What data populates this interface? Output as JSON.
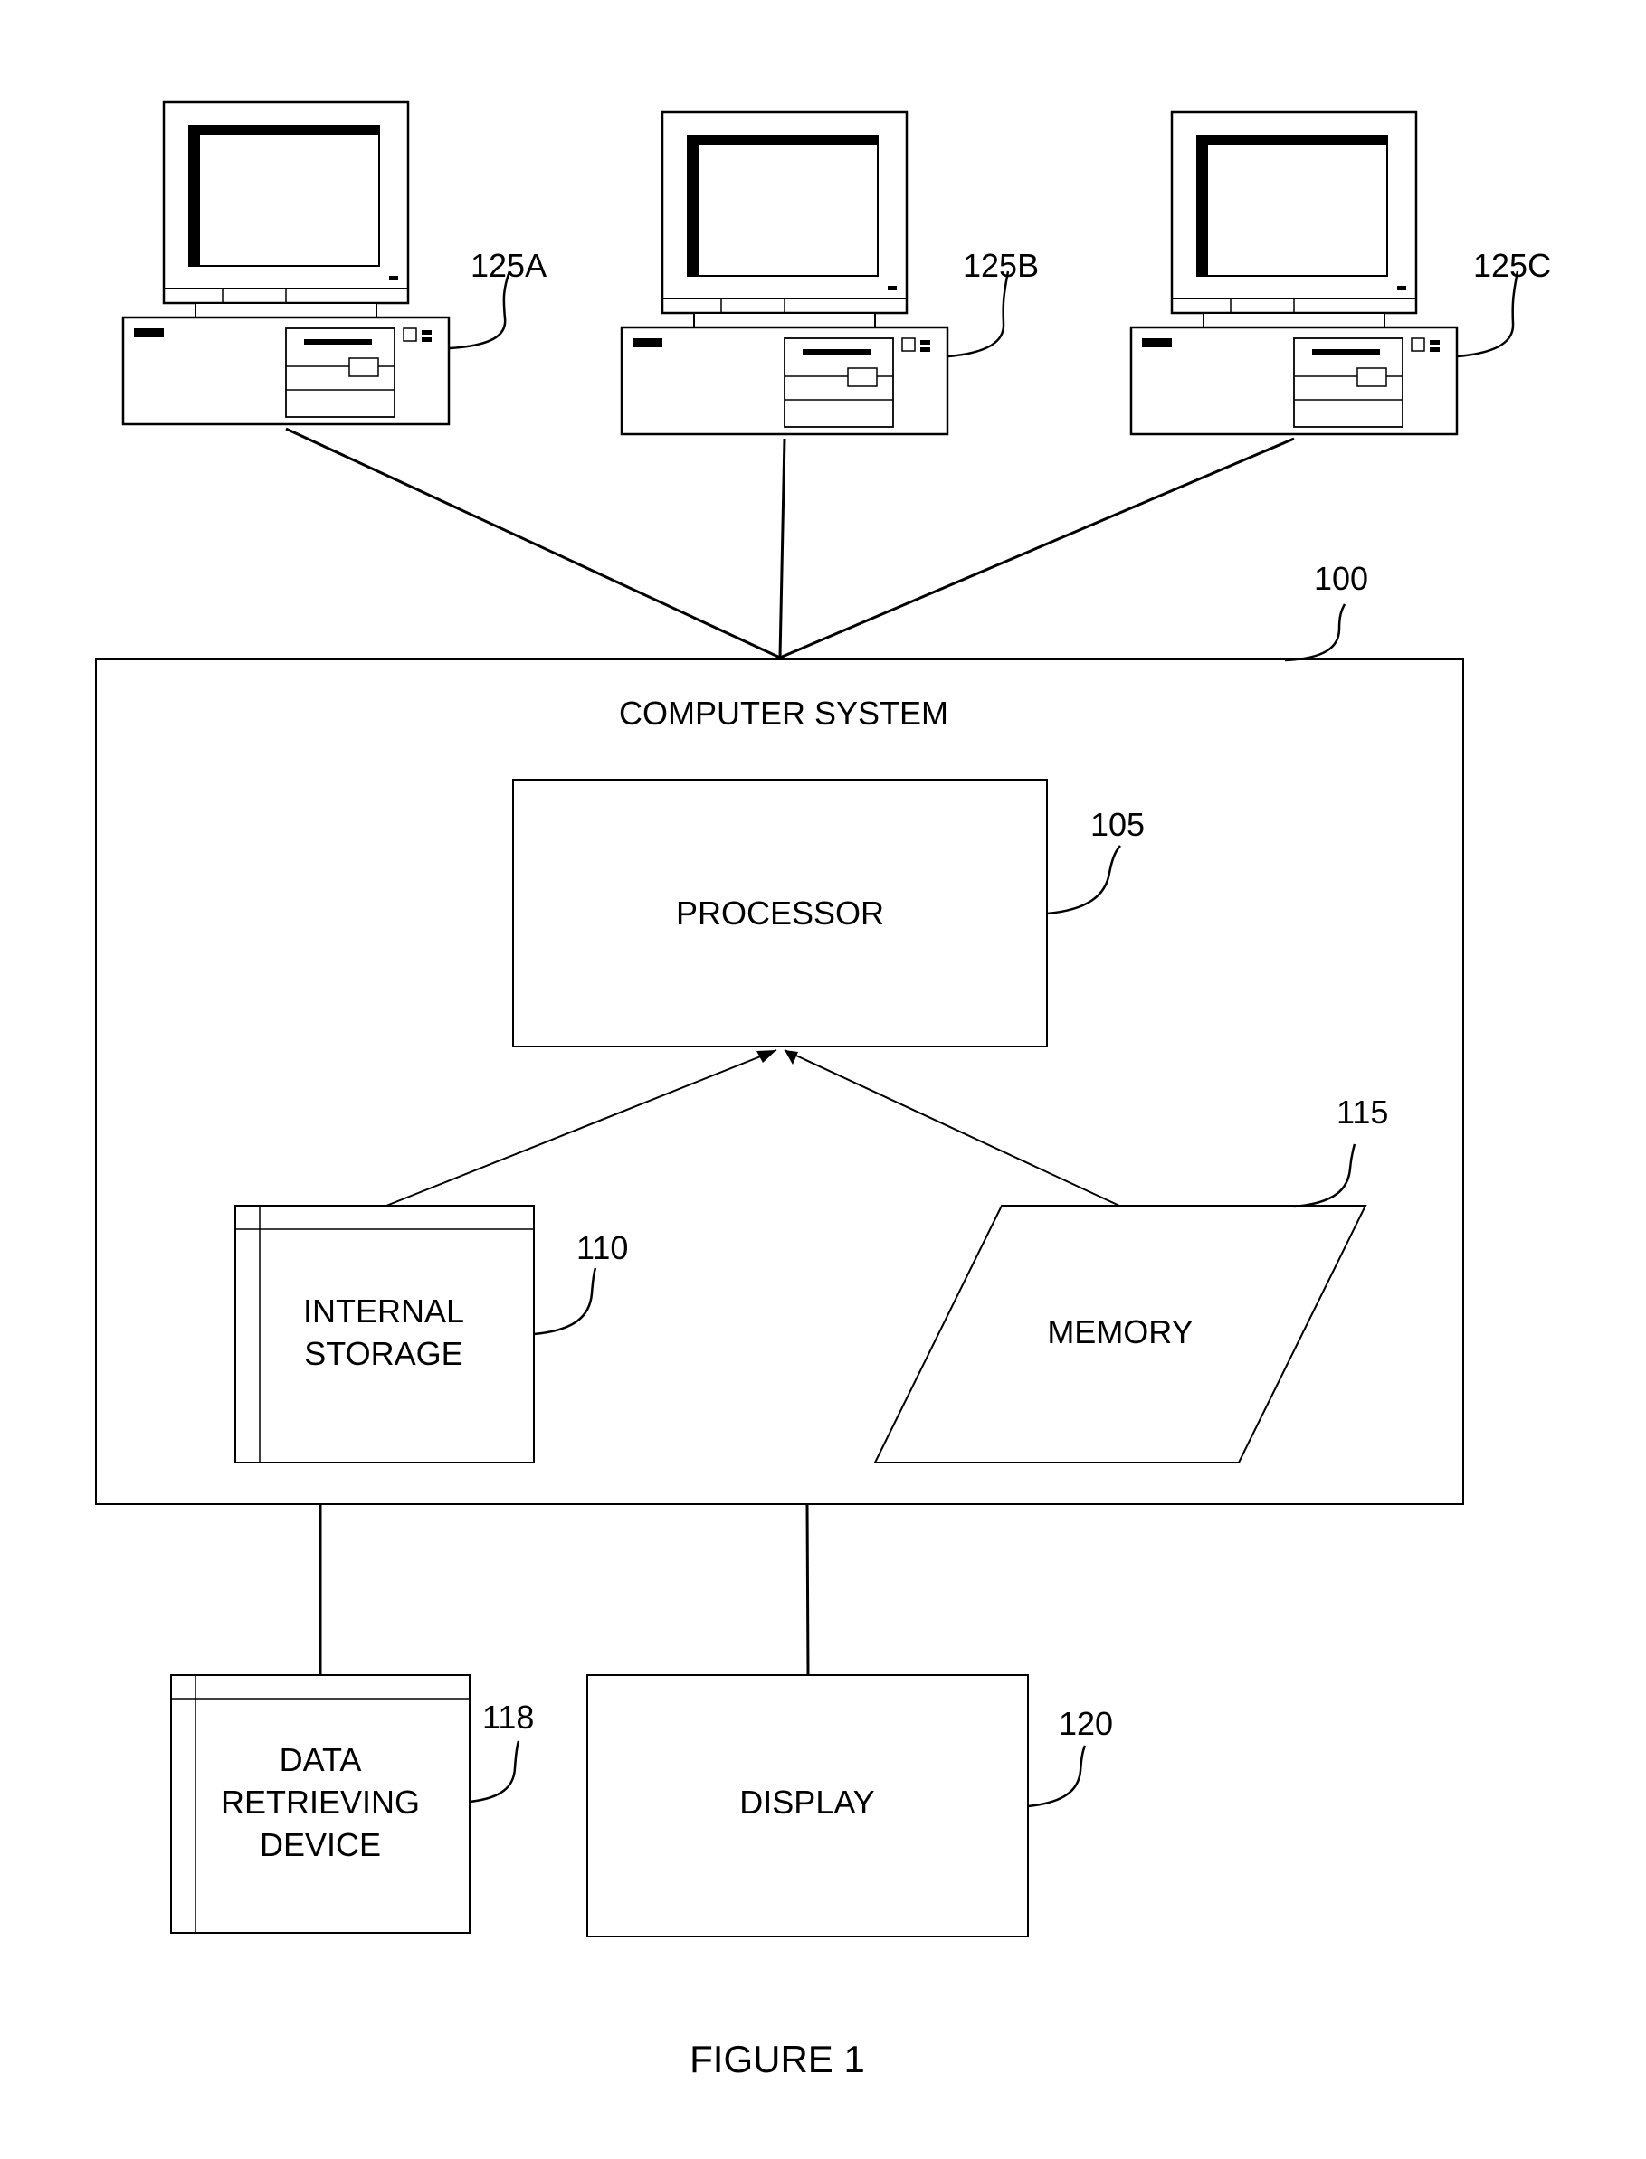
{
  "workstations": [
    {
      "ref": "125A"
    },
    {
      "ref": "125B"
    },
    {
      "ref": "125C"
    }
  ],
  "computer_system": {
    "ref": "100",
    "title": "COMPUTER SYSTEM",
    "processor": {
      "label": "PROCESSOR",
      "ref": "105"
    },
    "internal_storage": {
      "line1": "INTERNAL",
      "line2": "STORAGE",
      "ref": "110"
    },
    "memory": {
      "label": "MEMORY",
      "ref": "115"
    }
  },
  "data_retrieving_device": {
    "line1": "DATA",
    "line2": "RETRIEVING",
    "line3": "DEVICE",
    "ref": "118"
  },
  "display": {
    "label": "DISPLAY",
    "ref": "120"
  },
  "caption": "FIGURE 1"
}
